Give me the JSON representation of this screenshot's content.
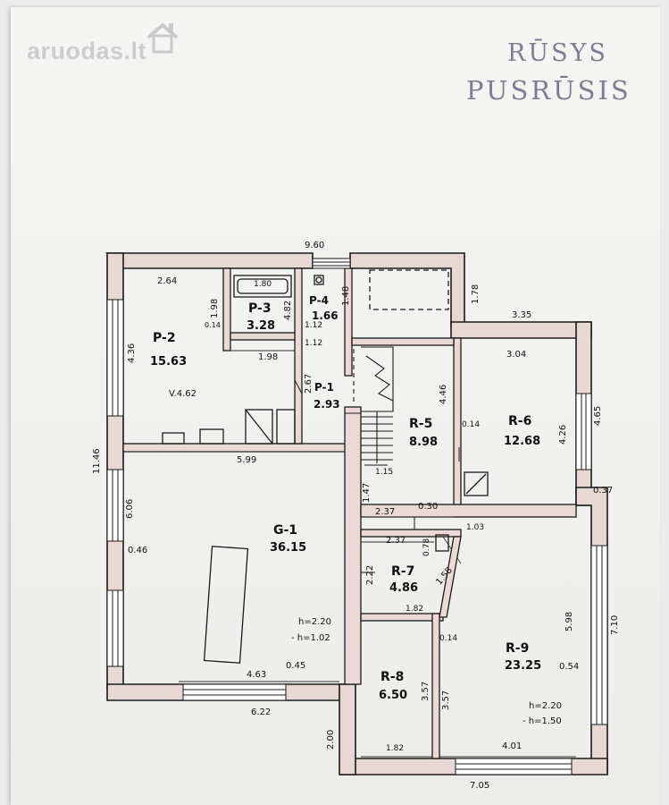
{
  "watermark": {
    "text": "aruodas.lt",
    "icon": "house-icon"
  },
  "stamp": {
    "line1": "RŪSYS",
    "line2": "PUSRŪSIS"
  },
  "rooms": {
    "P2": {
      "code": "P-2",
      "area": "15.63"
    },
    "P3": {
      "code": "P-3",
      "area": "3.28"
    },
    "P4": {
      "code": "P-4",
      "area": "1.66"
    },
    "P1": {
      "code": "P-1",
      "area": "2.93"
    },
    "R5": {
      "code": "R-5",
      "area": "8.98"
    },
    "R6": {
      "code": "R-6",
      "area": "12.68"
    },
    "G1": {
      "code": "G-1",
      "area": "36.15"
    },
    "R7": {
      "code": "R-7",
      "area": "4.86"
    },
    "R8": {
      "code": "R-8",
      "area": "6.50"
    },
    "R9": {
      "code": "R-9",
      "area": "23.25"
    }
  },
  "dims": {
    "d960": "9.60",
    "d264": "2.64",
    "d180": "1.80",
    "d198a": "1.98",
    "d482": "4.82",
    "d014a": "0.14",
    "d198b": "1.98",
    "d148": "1.48",
    "d112a": "1.12",
    "d112b": "1.12",
    "d178": "1.78",
    "d335": "3.35",
    "d436": "4.36",
    "d462": "V.4.62",
    "d267": "2.67",
    "d446": "4.46",
    "d304": "3.04",
    "d014b": "0.14",
    "d426": "4.26",
    "d465": "4.65",
    "d1146": "11.46",
    "d599": "5.99",
    "d115": "1.15",
    "d147": "1.47",
    "d237a": "2.37",
    "d030": "0.30",
    "d037": "0.37",
    "d606": "6.06",
    "d237b": "2.37",
    "d103": "1.03",
    "d046": "0.46",
    "d078": "0.78",
    "d222": "2.22",
    "d158": "1.58",
    "d182a": "1.82",
    "d014c": "0.14",
    "d598": "5.98",
    "d710": "7.10",
    "d463": "4.63",
    "d045": "0.45",
    "d357a": "3.57",
    "d357b": "3.57",
    "d054": "0.54",
    "d622": "6.22",
    "d200": "2.00",
    "d182b": "1.82",
    "d401": "4.01",
    "d705": "7.05"
  },
  "heights": {
    "g1_h": "h=2.20",
    "g1_h1": "- h=1.02",
    "r9_h": "h=2.20",
    "r9_h1": "- h=1.50"
  }
}
